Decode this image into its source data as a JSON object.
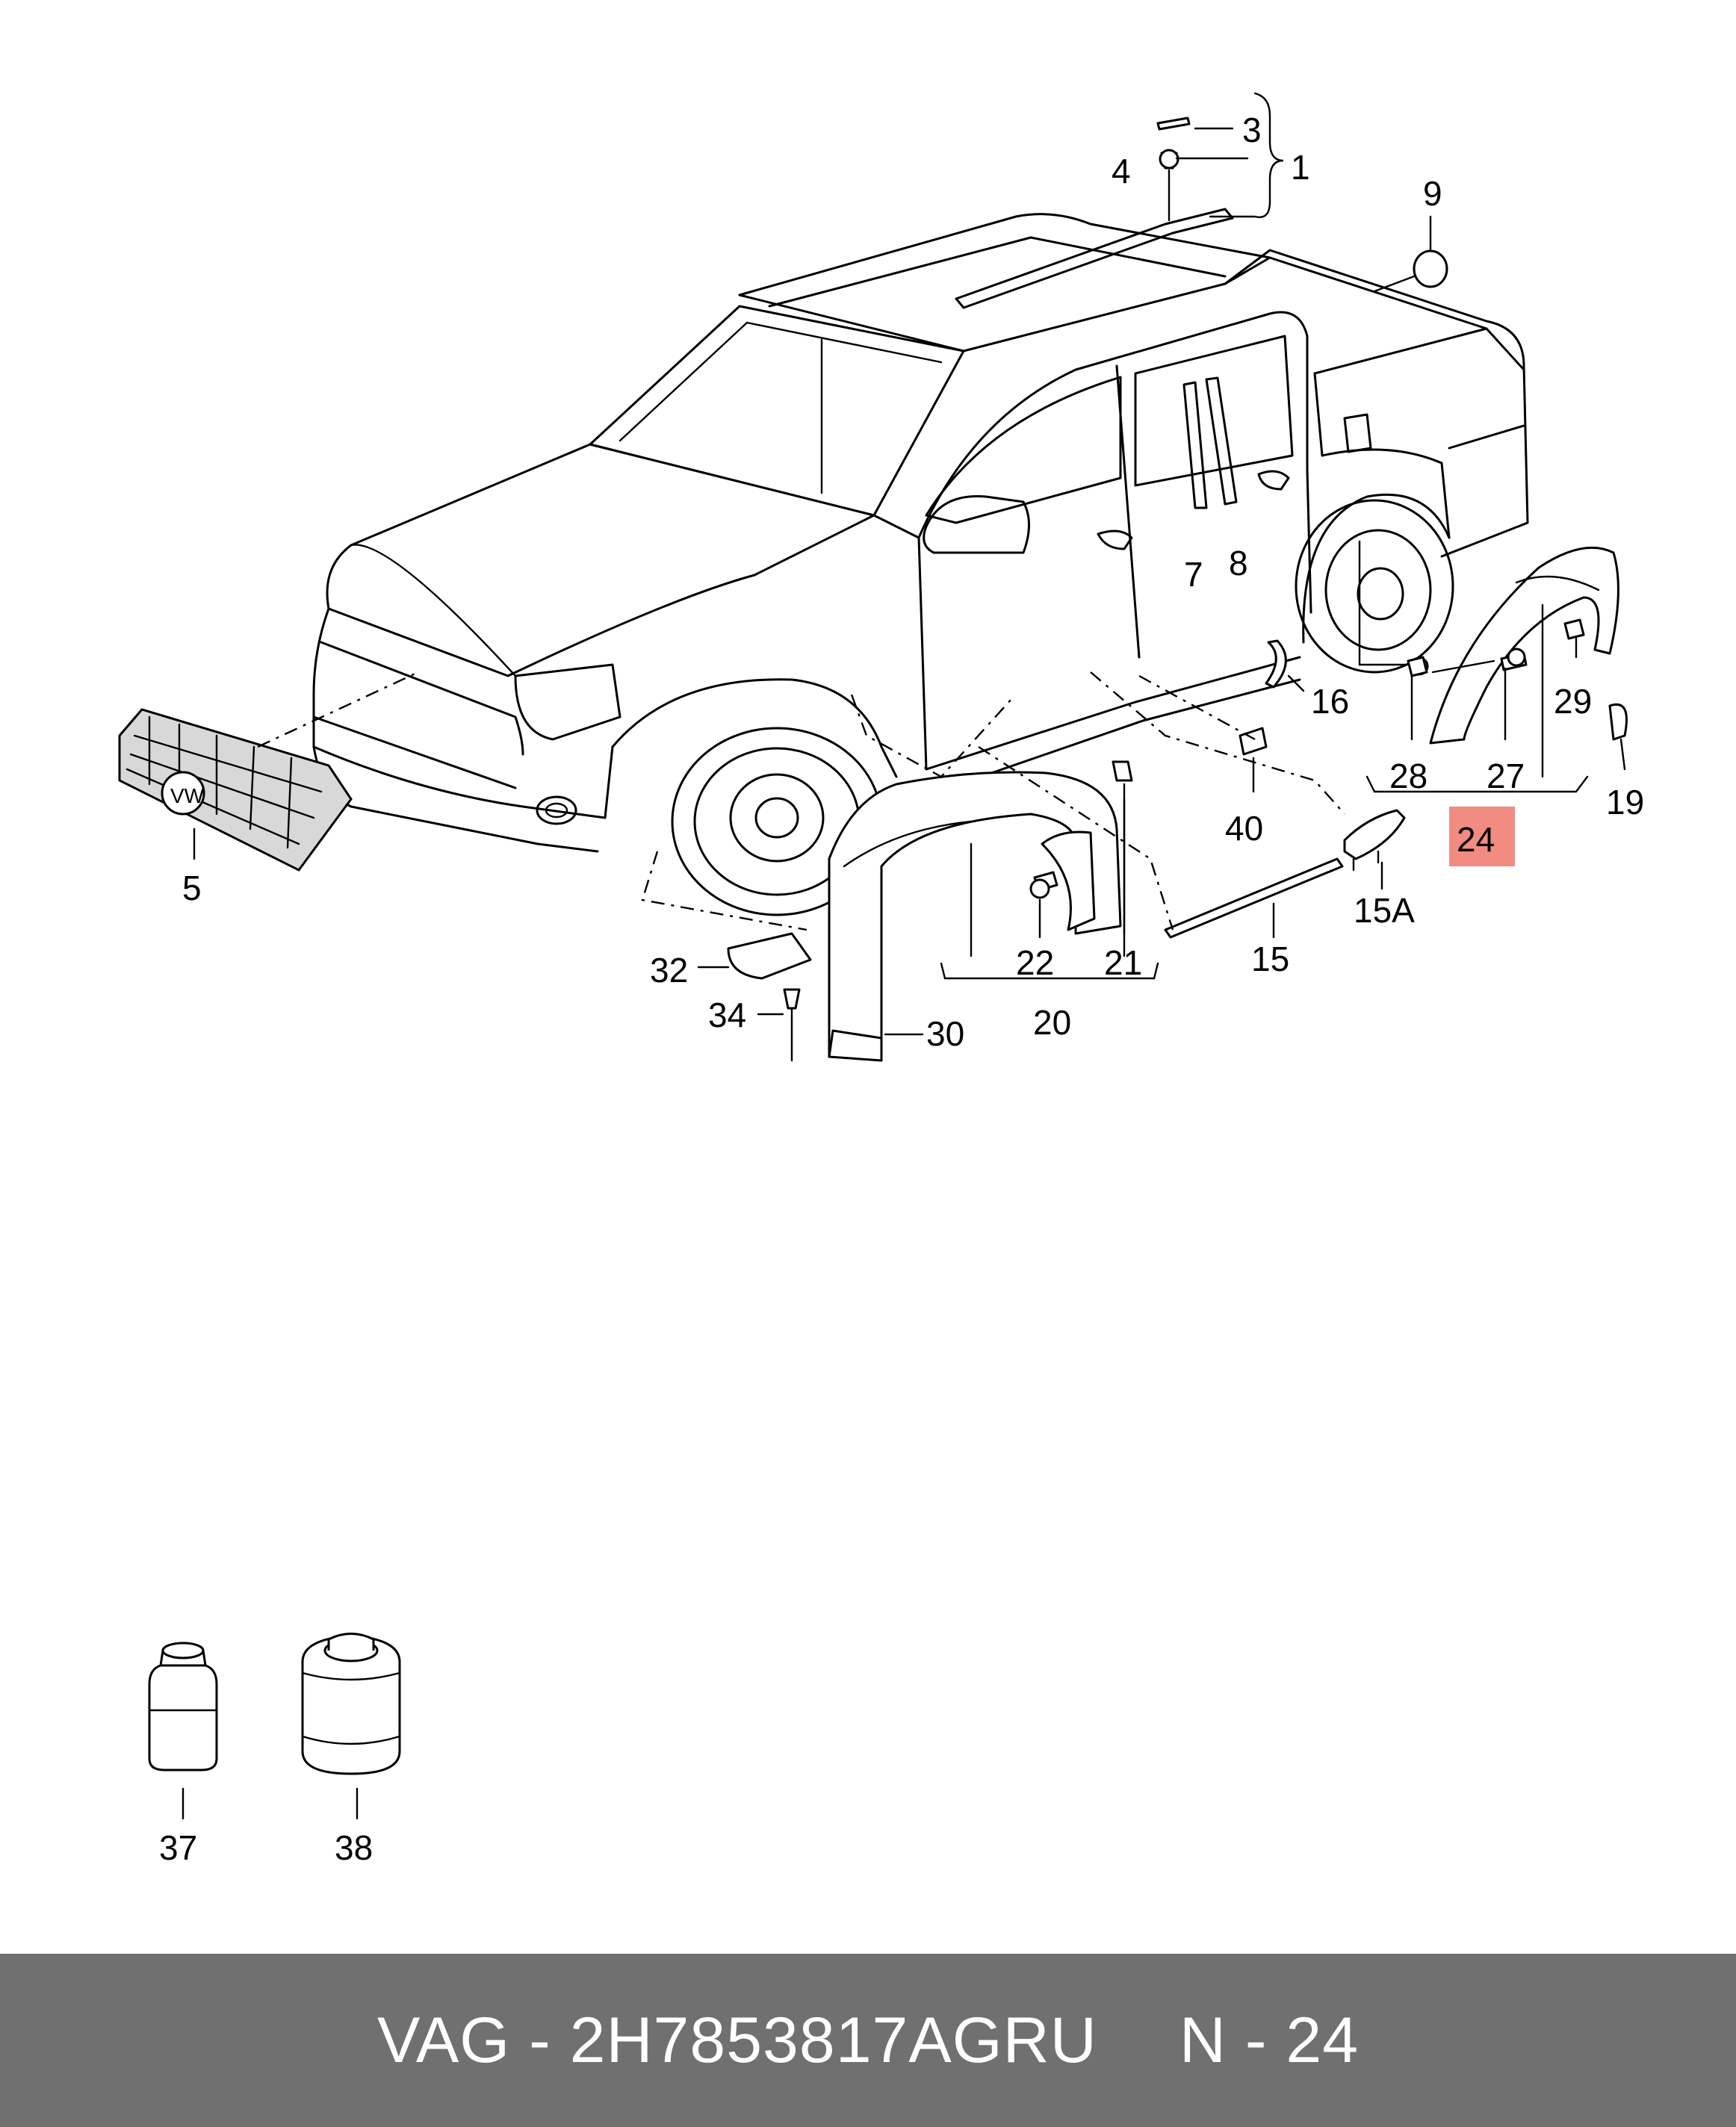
{
  "callouts": {
    "c1": "1",
    "c3": "3",
    "c4": "4",
    "c5": "5",
    "c7": "7",
    "c8": "8",
    "c9": "9",
    "c15": "15",
    "c15a": "15A",
    "c16": "16",
    "c19": "19",
    "c20": "20",
    "c21": "21",
    "c22": "22",
    "c24": "24",
    "c27": "27",
    "c28": "28",
    "c29": "29",
    "c30": "30",
    "c32": "32",
    "c34": "34",
    "c37": "37",
    "c38": "38",
    "c40": "40"
  },
  "highlight": {
    "label": "24",
    "color": "#f28b82"
  },
  "footer": {
    "brand_part": "VAG - 2H7853817AGRU",
    "page_ref": "N - 24",
    "background": "#707070",
    "text_color": "#ffffff"
  }
}
